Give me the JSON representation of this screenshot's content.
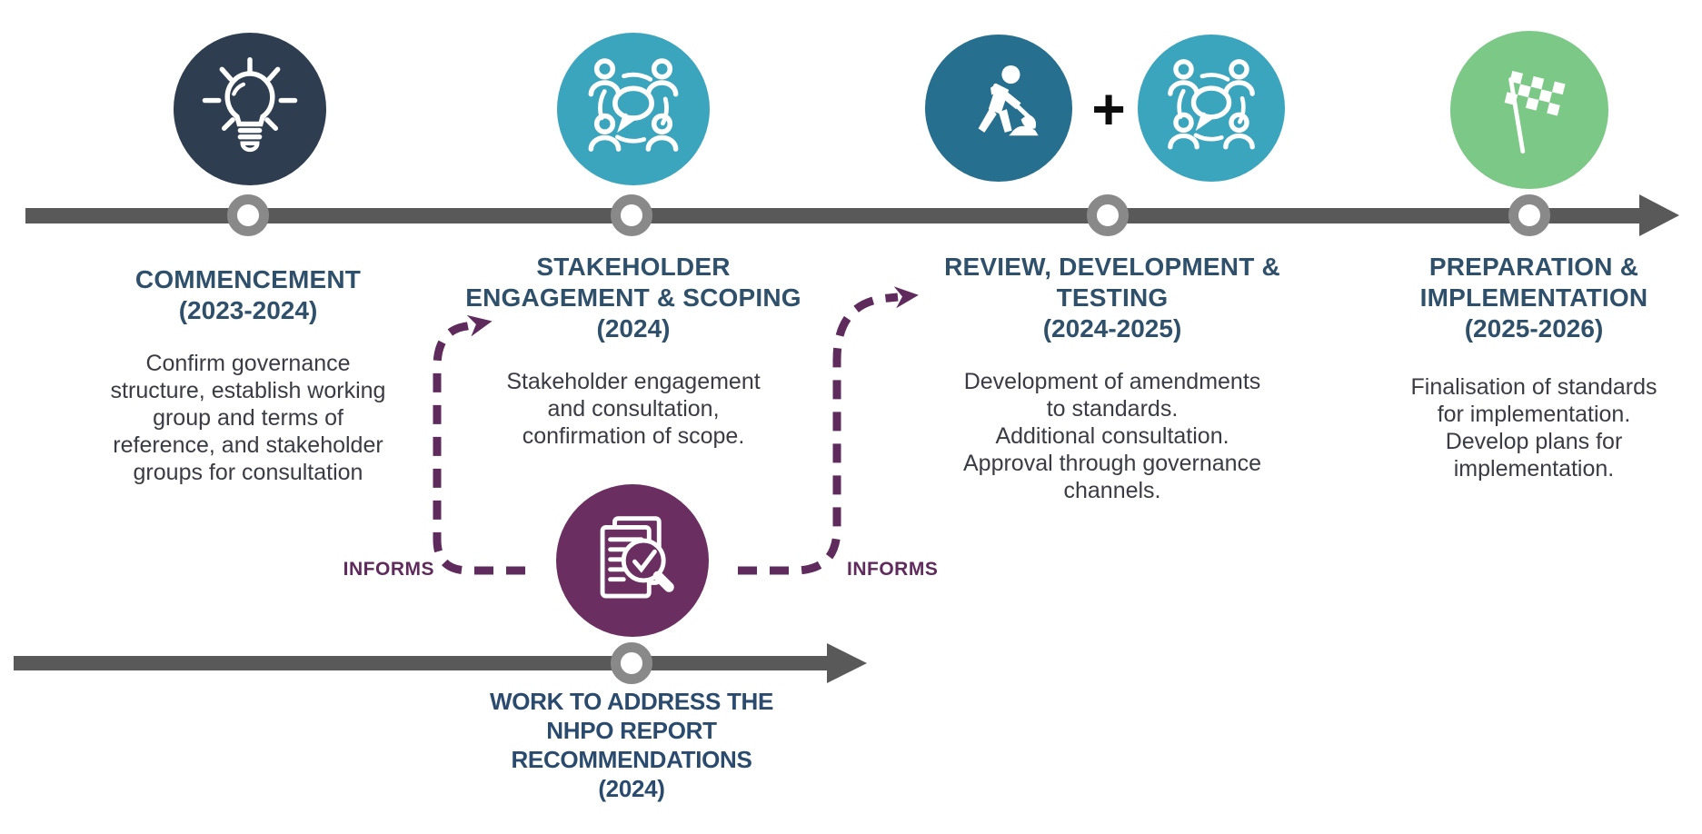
{
  "colors": {
    "timeline_bar": "#595959",
    "node_ring": "#898989",
    "phase_title": "#2f506b",
    "body_text": "#3b3b44",
    "informs_purple": "#5f2a5c",
    "commencement_circle": "#2e3d50",
    "stakeholder_circle": "#3ca5be",
    "review_circle": "#266f8e",
    "preparation_circle": "#7cc887",
    "nhpo_circle": "#6b2e61"
  },
  "icons": {
    "phase1": "lightbulb-icon",
    "phase2": "people-discussion-icon",
    "phase3a": "worker-digging-icon",
    "phase3b": "people-discussion-icon",
    "phase4": "checkered-flag-icon",
    "nhpo": "report-review-magnifier-icon"
  },
  "phases": [
    {
      "title": "COMMENCEMENT",
      "period": "(2023-2024)",
      "description": "Confirm governance\nstructure, establish working\ngroup and terms of\nreference, and stakeholder\ngroups for consultation"
    },
    {
      "title": "STAKEHOLDER\nENGAGEMENT & SCOPING",
      "period": "(2024)",
      "description": "Stakeholder engagement\nand consultation,\nconfirmation of scope."
    },
    {
      "title": "REVIEW, DEVELOPMENT &\nTESTING",
      "period": "(2024-2025)",
      "description": "Development of amendments\nto standards.\nAdditional consultation.\nApproval through governance\nchannels."
    },
    {
      "title": "PREPARATION &\nIMPLEMENTATION",
      "period": "(2025-2026)",
      "description": "Finalisation of standards\nfor implementation.\nDevelop plans for\nimplementation."
    }
  ],
  "plus_sign": "+",
  "nhpo": {
    "title": "WORK TO ADDRESS THE\nNHPO REPORT\nRECOMMENDATIONS",
    "period": "(2024)",
    "informs_left": "INFORMS",
    "informs_right": "INFORMS"
  }
}
